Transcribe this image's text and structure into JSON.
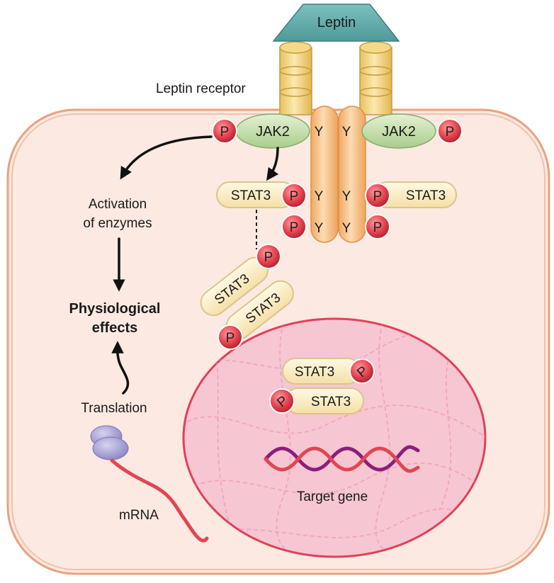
{
  "labels": {
    "leptin": "Leptin",
    "leptin_receptor": "Leptin receptor",
    "jak2": "JAK2",
    "stat3": "STAT3",
    "phospho": "P",
    "tyrosine": "Y",
    "activation_line1": "Activation",
    "activation_line2": "of enzymes",
    "physio_line1": "Physiological",
    "physio_line2": "effects",
    "translation": "Translation",
    "mrna": "mRNA",
    "target_gene": "Target gene"
  },
  "colors": {
    "cell_fill": "#fce9e2",
    "cell_border": "#e8a27e",
    "leptin_fill": "#5aa7a7",
    "receptor_fill": "#f6d98a",
    "transmembrane_fill": "#f7c58e",
    "jak2_fill": "#bcd9a3",
    "stat3_fill": "#fbefc8",
    "phospho_fill": "#e84b55",
    "nucleus_fill": "#f6c6d2",
    "nucleus_border": "#e0405a",
    "ribosome_fill": "#a7a3d3",
    "mrna_stroke": "#e04752",
    "dna_strand_a": "#e04752",
    "dna_strand_b": "#8b1e7a"
  },
  "icons": [
    "phosphate-icon",
    "ribosome-icon",
    "dna-helix-icon",
    "mrna-strand-icon"
  ]
}
